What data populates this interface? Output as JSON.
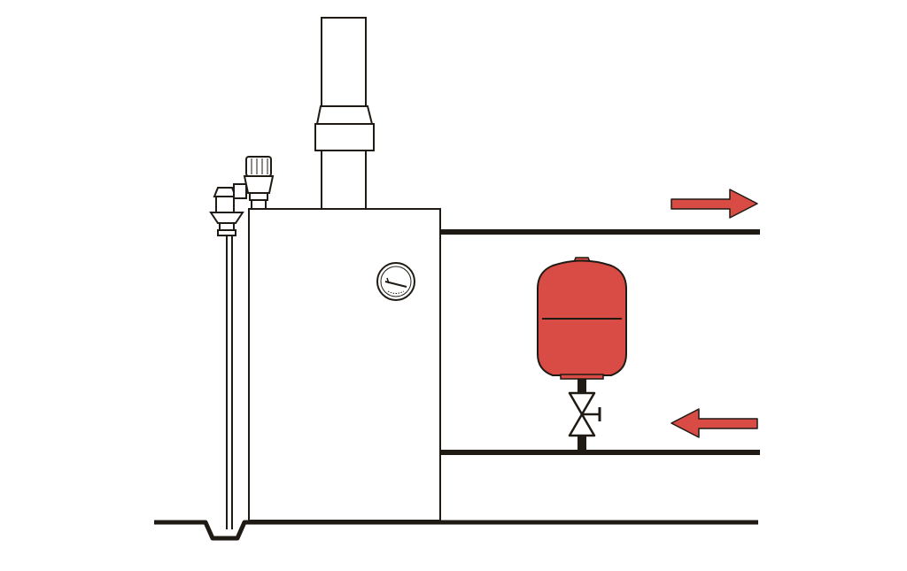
{
  "colors": {
    "background": "#ffffff",
    "line": "#1f1a14",
    "tank_fill": "#d94c45",
    "arrow_fill": "#d94c45",
    "fitting_fill": "#ffffff"
  },
  "components": {
    "boiler": "boiler-cabinet",
    "flue": "chimney-flue-pipe",
    "gauge": "temperature-gauge",
    "safety_group": "air-vent-and-safety-valve",
    "drain": "drain-pipe",
    "expansion_tank": "expansion-tank",
    "shutoff_valve": "shutoff-valve",
    "supply_pipe": "supply-pipe",
    "return_pipe": "return-pipe"
  },
  "flow": {
    "supply_direction": "right",
    "return_direction": "left"
  }
}
